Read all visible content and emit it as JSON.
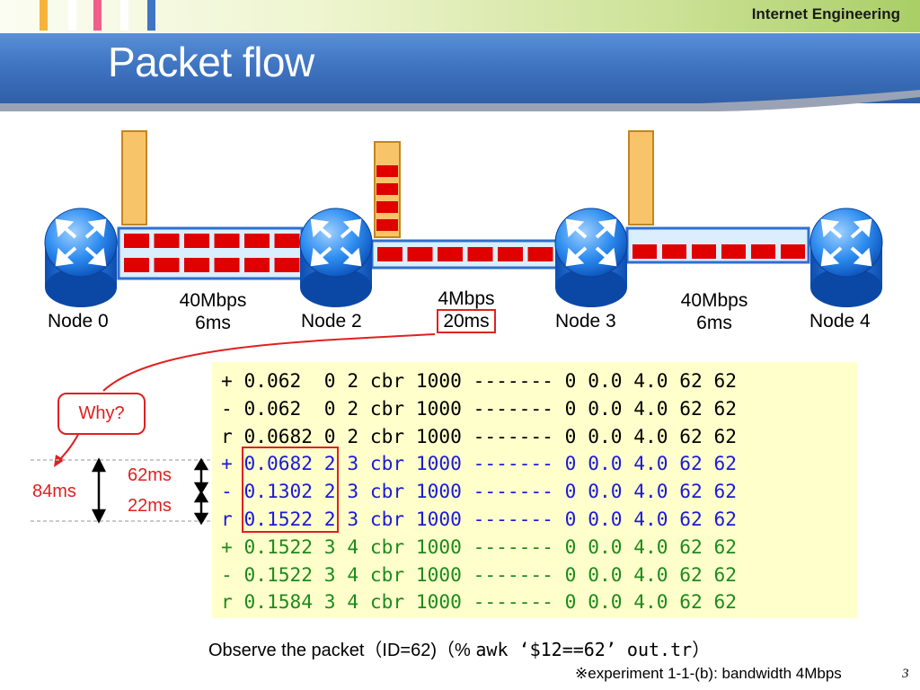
{
  "header": {
    "subject": "Internet Engineering",
    "title": "Packet flow"
  },
  "colors": {
    "accent": "#e02020",
    "title_bar": "#3f75c2",
    "trace_background": "#ffffcc",
    "row_black": "#000000",
    "row_blue": "#1a1ad6",
    "row_green": "#1d8a1d",
    "queue_fill": "#f8c46a",
    "link_fill": "#dbeefd",
    "packet": "#e00000"
  },
  "topology": {
    "nodes": [
      "Node 0",
      "Node 2",
      "Node 3",
      "Node 4"
    ],
    "links": [
      {
        "bandwidth": "40Mbps",
        "delay": "6ms"
      },
      {
        "bandwidth": "4Mbps",
        "delay": "20ms"
      },
      {
        "bandwidth": "40Mbps",
        "delay": "6ms"
      }
    ],
    "node_icon": "router-icon"
  },
  "callout": {
    "text": "Why?"
  },
  "timing": {
    "total": "84ms",
    "first": "62ms",
    "second": "22ms"
  },
  "trace": {
    "rows": [
      {
        "text": "+ 0.062  0 2 cbr 1000 ------- 0 0.0 4.0 62 62",
        "color": "black"
      },
      {
        "text": "- 0.062  0 2 cbr 1000 ------- 0 0.0 4.0 62 62",
        "color": "black"
      },
      {
        "text": "r 0.0682 0 2 cbr 1000 ------- 0 0.0 4.0 62 62",
        "color": "black"
      },
      {
        "text": "+ 0.0682 2 3 cbr 1000 ------- 0 0.0 4.0 62 62",
        "color": "blue"
      },
      {
        "text": "- 0.1302 2 3 cbr 1000 ------- 0 0.0 4.0 62 62",
        "color": "blue"
      },
      {
        "text": "r 0.1522 2 3 cbr 1000 ------- 0 0.0 4.0 62 62",
        "color": "blue"
      },
      {
        "text": "+ 0.1522 3 4 cbr 1000 ------- 0 0.0 4.0 62 62",
        "color": "green"
      },
      {
        "text": "- 0.1522 3 4 cbr 1000 ------- 0 0.0 4.0 62 62",
        "color": "green"
      },
      {
        "text": "r 0.1584 3 4 cbr 1000 ------- 0 0.0 4.0 62 62",
        "color": "green"
      }
    ]
  },
  "caption": {
    "prefix": "Observe the packet（ID=62)（% ",
    "command": "awk ‘$12==62’ out.tr",
    "suffix": "）"
  },
  "footnote": "※experiment 1-1-(b): bandwidth 4Mbps",
  "page_number": "3"
}
